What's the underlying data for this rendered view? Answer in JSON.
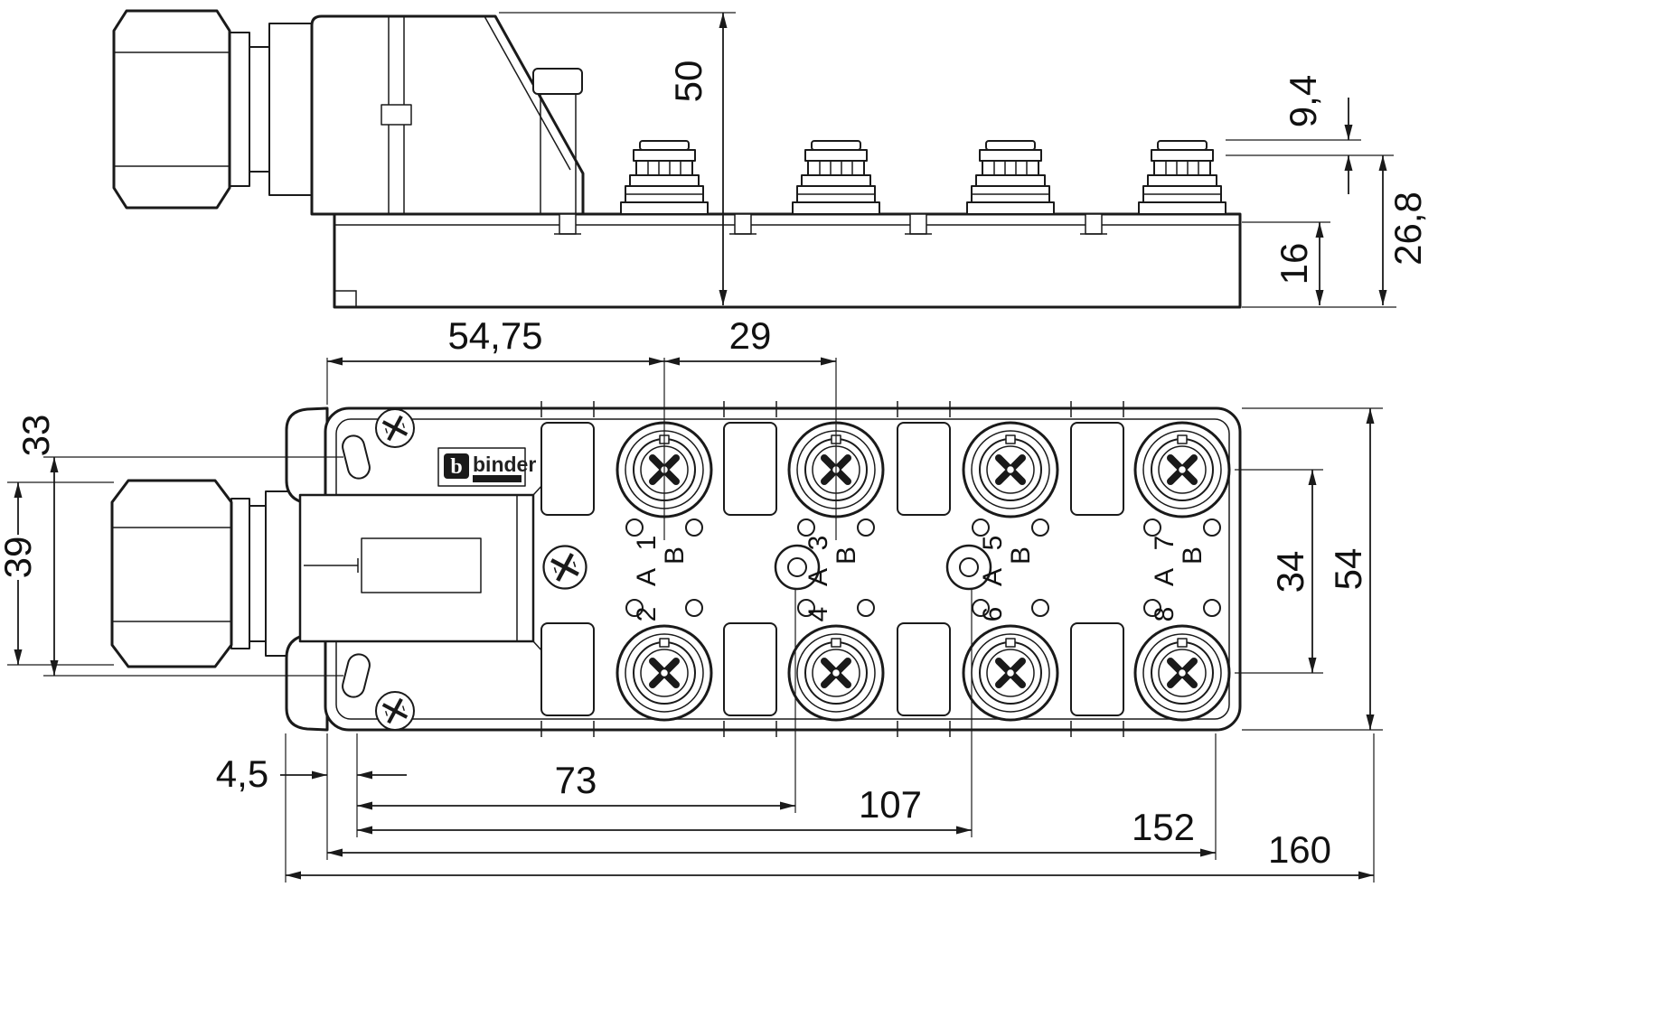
{
  "drawing": {
    "side_view": {
      "dim_height": "50",
      "dim_connector_height": "9,4",
      "dim_overall_height": "26,8",
      "dim_base_height": "16"
    },
    "plan_view": {
      "dim_port_offset": "54,75",
      "dim_port_pitch": "29",
      "dim_gland_width": "39",
      "dim_slot_spacing": "33",
      "dim_row_spacing": "34",
      "dim_body_width": "54",
      "dim_edge_offset": "4,5",
      "dim_hole1": "73",
      "dim_hole2": "107",
      "dim_length3": "152",
      "dim_total_length": "160",
      "logo": {
        "brand": "binder",
        "mark": "b"
      },
      "ports": [
        {
          "top_num": "1",
          "bottom_num": "2",
          "led_b": "B",
          "led_a": "A"
        },
        {
          "top_num": "3",
          "bottom_num": "4",
          "led_b": "B",
          "led_a": "A"
        },
        {
          "top_num": "5",
          "bottom_num": "6",
          "led_b": "B",
          "led_a": "A"
        },
        {
          "top_num": "7",
          "bottom_num": "8",
          "led_b": "B",
          "led_a": "A"
        }
      ]
    }
  }
}
